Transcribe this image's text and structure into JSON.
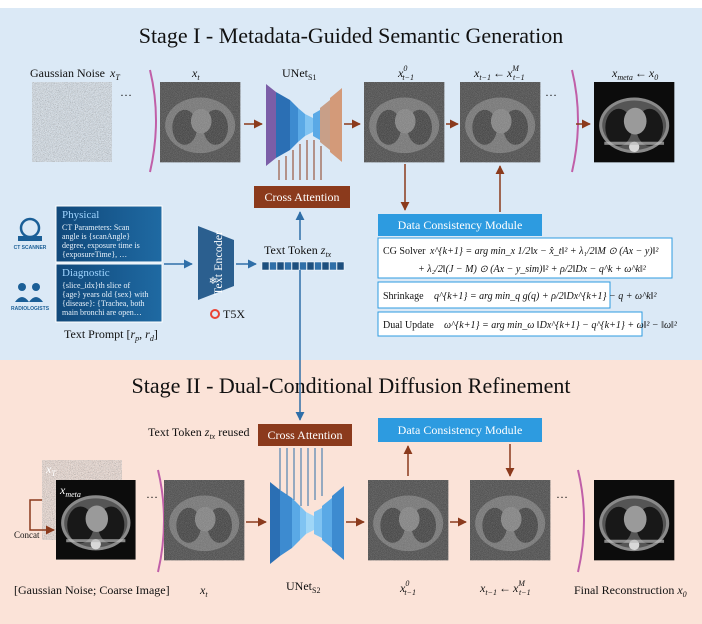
{
  "stage1": {
    "title": "Stage I - Metadata-Guided Semantic Generation",
    "gaussian_noise_label": "Gaussian Noise",
    "xT": "x",
    "xT_sub": "T",
    "xt": "x",
    "xt_sub": "t",
    "unet_label": "UNet",
    "unet_sub": "S1",
    "x0_label": "x",
    "x0_sup": "0",
    "x0_sub": "t−1",
    "xm_label": "x",
    "xm_sub": "t−1",
    "xm_arrow": "←",
    "xm_x": "x",
    "xm_sup": "M",
    "xm_sub2": "t−1",
    "xmeta_label": "x",
    "xmeta_sub": "meta",
    "xmeta_arrow": "←",
    "xmeta_x0": "x",
    "xmeta_x0_sub": "0",
    "ellipsis": "…",
    "cross_attention": "Cross Attention",
    "dcm": "Data Consistency Module",
    "cg_solver": "CG Solver",
    "shrinkage": "Shrinkage",
    "dual_update": "Dual Update",
    "eq_cg_line1": "x^{k+1} = arg min_x 1/2‖x − x̂_t‖² + λ₁/2‖M ⊙ (Ax − y)‖²",
    "eq_cg_line2": "+ λ₂/2‖(J − M) ⊙ (Ax − y_sim)‖² + ρ/2‖Dx − q^k + ω^k‖²",
    "eq_shrink": "q^{k+1} = arg min_q g(q) + ρ/2‖Dx^{k+1} − q + ω^k‖²",
    "eq_dual": "ω^{k+1} = arg min_ω ‖Dx^{k+1} − q^{k+1} + ω‖² − ‖ω‖²",
    "text_encoder": "Text Encoder",
    "t5x": "T5X",
    "text_token": "Text Token",
    "text_token_z": "z",
    "text_token_sub": "tx",
    "physical_head": "Physical",
    "physical_text": [
      "CT Parameters: Scan",
      "angle is {scanAngle}",
      "degree, exposure time is",
      "{exposureTime}, …"
    ],
    "diagnostic_head": "Diagnostic",
    "diagnostic_text": [
      "{slice_idx}th slice of",
      "{age} years old {sex} with",
      "{disease}: {Trachea, both",
      "main bronchi are open…"
    ],
    "ct_scanner": "CT SCANNER",
    "radiologists": "RADIOLOGISTS",
    "text_prompt": "Text Prompt [",
    "text_prompt_r": "r",
    "text_prompt_p": "p",
    "text_prompt_rd": "r",
    "text_prompt_d": "d",
    "text_prompt_close": "]"
  },
  "stage2": {
    "title": "Stage II - Dual-Conditional Diffusion Refinement",
    "text_token_reused": "Text Token",
    "text_token_z": "z",
    "text_token_sub": "tx",
    "reused": "reused",
    "cross_attention": "Cross Attention",
    "dcm": "Data Consistency Module",
    "xT": "x",
    "xT_sub": "T",
    "xmeta": "x",
    "xmeta_sub": "meta",
    "concat": "Concat",
    "ellipsis": "…",
    "bottom_label": "[Gaussian Noise; Coarse Image]",
    "xt": "x",
    "xt_sub": "t",
    "unet_label": "UNet",
    "unet_sub": "S2",
    "x0_label": "x",
    "x0_sup": "0",
    "x0_sub": "t−1",
    "xm_label": "x",
    "xm_sub": "t−1",
    "xm_arrow": "←",
    "xm_x": "x",
    "xm_sup": "M",
    "xm_sub2": "t−1",
    "final_label": "Final Reconstruction",
    "final_x": "x",
    "final_sub": "0"
  },
  "colors": {
    "stage1_bg": "#dbe9f6",
    "stage2_bg": "#fbe3d8",
    "cross_attention": "#8b3a1c",
    "dcm": "#2d9be0",
    "prompt_box": "#1a5f93",
    "arrow": "#8b3a1c",
    "arrow_blue": "#2f6fa8",
    "divider": "#c05fa8"
  }
}
